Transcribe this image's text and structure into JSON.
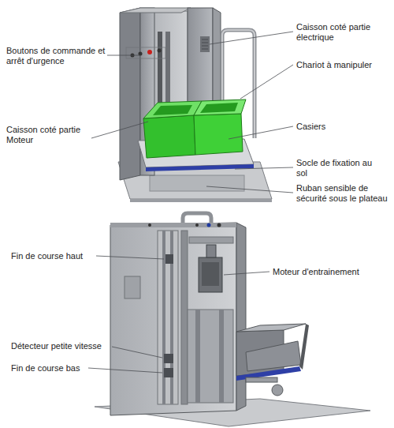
{
  "diagram": {
    "labels": [
      "Boutons de commande et arrêt d'urgence",
      "Caisson coté partie électrique",
      "Chariot à manipuler",
      "Caisson coté partie Moteur",
      "Casiers",
      "Socle de fixation au sol",
      "Ruban sensible de sécurité sous le plateau",
      "Fin de course haut",
      "Moteur d'entrainement",
      "Détecteur petite vitesse",
      "Fin de course bas"
    ]
  }
}
